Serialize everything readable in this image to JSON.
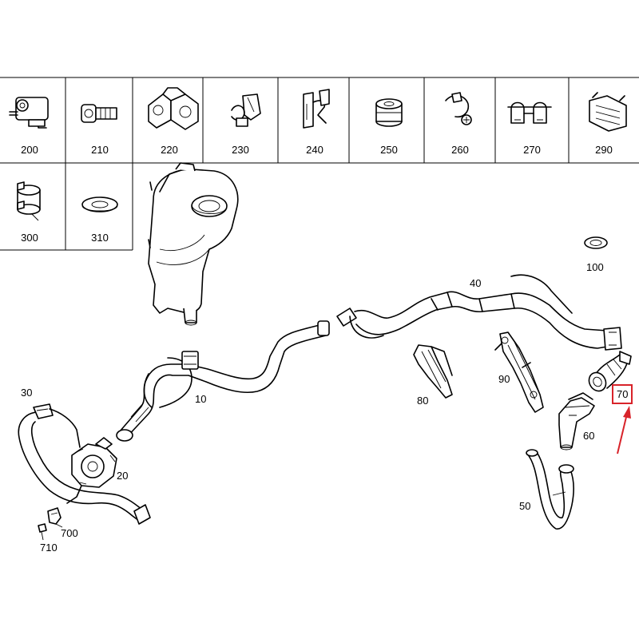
{
  "legend_top_row": [
    {
      "number": "200",
      "icon": "connector-clip-icon"
    },
    {
      "number": "210",
      "icon": "screw-bolt-icon"
    },
    {
      "number": "220",
      "icon": "double-clamp-icon"
    },
    {
      "number": "230",
      "icon": "hose-holder-icon"
    },
    {
      "number": "240",
      "icon": "retaining-bracket-icon"
    },
    {
      "number": "250",
      "icon": "rubber-grommet-icon"
    },
    {
      "number": "260",
      "icon": "clip-with-screw-icon"
    },
    {
      "number": "270",
      "icon": "twin-pipe-clip-icon"
    },
    {
      "number": "290",
      "icon": "multi-holder-icon"
    }
  ],
  "legend_second_row": [
    {
      "number": "300",
      "icon": "spring-clamp-icon"
    },
    {
      "number": "310",
      "icon": "sealing-washer-icon"
    }
  ],
  "callouts": {
    "c10": "10",
    "c20": "20",
    "c30": "30",
    "c40": "40",
    "c50": "50",
    "c60": "60",
    "c70": "70",
    "c80": "80",
    "c90": "90",
    "c100": "100",
    "c700": "700",
    "c710": "710"
  },
  "highlight": {
    "part": "70",
    "color": "#d8232a"
  }
}
